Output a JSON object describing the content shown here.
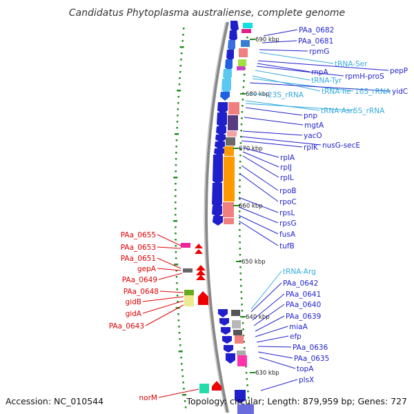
{
  "title": "Candidatus Phytoplasma australiense, complete genome",
  "accession": "Accession: NC_010544",
  "summary": "Topology: circular; Length: 879,959 bp; Genes: 727",
  "colors": {
    "forward": "#1f1fcc",
    "reverse": "#dd0000",
    "rna": "#33aadd",
    "backbone": "#888888"
  },
  "scale_marks": [
    {
      "label": "690 kbp"
    },
    {
      "label": "680 kbp"
    },
    {
      "label": "670 kbp"
    },
    {
      "label": "660 kbp"
    },
    {
      "label": "650 kbp"
    },
    {
      "label": "640 kbp"
    },
    {
      "label": "630 kbp"
    }
  ],
  "right_labels": [
    {
      "text": "PAa_0682",
      "kind": "gene"
    },
    {
      "text": "PAa_0681",
      "kind": "gene"
    },
    {
      "text": "rpmG",
      "kind": "gene"
    },
    {
      "text": "tRNA-Ser",
      "kind": "rna"
    },
    {
      "text": "pepP",
      "kind": "gene"
    },
    {
      "text": "rnpA",
      "kind": "gene"
    },
    {
      "text": "rpmH-proS",
      "kind": "gene"
    },
    {
      "text": "tRNA-Tyr",
      "kind": "rna"
    },
    {
      "text": "tRNA-Ile",
      "kind": "rna"
    },
    {
      "text": "16S_rRNA",
      "kind": "rna"
    },
    {
      "text": "yidC",
      "kind": "gene"
    },
    {
      "text": "23S_rRNA",
      "kind": "rna"
    },
    {
      "text": "tRNA-Asn",
      "kind": "rna"
    },
    {
      "text": "5S_rRNA",
      "kind": "rna"
    },
    {
      "text": "pnp",
      "kind": "gene"
    },
    {
      "text": "mgtA",
      "kind": "gene"
    },
    {
      "text": "yacO",
      "kind": "gene"
    },
    {
      "text": "nusG-secE",
      "kind": "gene"
    },
    {
      "text": "rplK",
      "kind": "gene"
    },
    {
      "text": "rplA",
      "kind": "gene"
    },
    {
      "text": "rplJ",
      "kind": "gene"
    },
    {
      "text": "rplL",
      "kind": "gene"
    },
    {
      "text": "rpoB",
      "kind": "gene"
    },
    {
      "text": "rpoC",
      "kind": "gene"
    },
    {
      "text": "rpsL",
      "kind": "gene"
    },
    {
      "text": "rpsG",
      "kind": "gene"
    },
    {
      "text": "fusA",
      "kind": "gene"
    },
    {
      "text": "tufB",
      "kind": "gene"
    },
    {
      "text": "tRNA-Arg",
      "kind": "rna"
    },
    {
      "text": "PAa_0642",
      "kind": "gene"
    },
    {
      "text": "PAa_0641",
      "kind": "gene"
    },
    {
      "text": "PAa_0640",
      "kind": "gene"
    },
    {
      "text": "PAa_0639",
      "kind": "gene"
    },
    {
      "text": "miaA",
      "kind": "gene"
    },
    {
      "text": "efp",
      "kind": "gene"
    },
    {
      "text": "PAa_0636",
      "kind": "gene"
    },
    {
      "text": "PAa_0635",
      "kind": "gene"
    },
    {
      "text": "topA",
      "kind": "gene"
    },
    {
      "text": "plsX",
      "kind": "gene"
    }
  ],
  "left_labels": [
    {
      "text": "PAa_0655"
    },
    {
      "text": "PAa_0653"
    },
    {
      "text": "PAa_0651"
    },
    {
      "text": "gepA"
    },
    {
      "text": "PAa_0649"
    },
    {
      "text": "PAa_0648"
    },
    {
      "text": "gidB"
    },
    {
      "text": "gidA"
    },
    {
      "text": "PAa_0643"
    },
    {
      "text": "norM"
    }
  ]
}
